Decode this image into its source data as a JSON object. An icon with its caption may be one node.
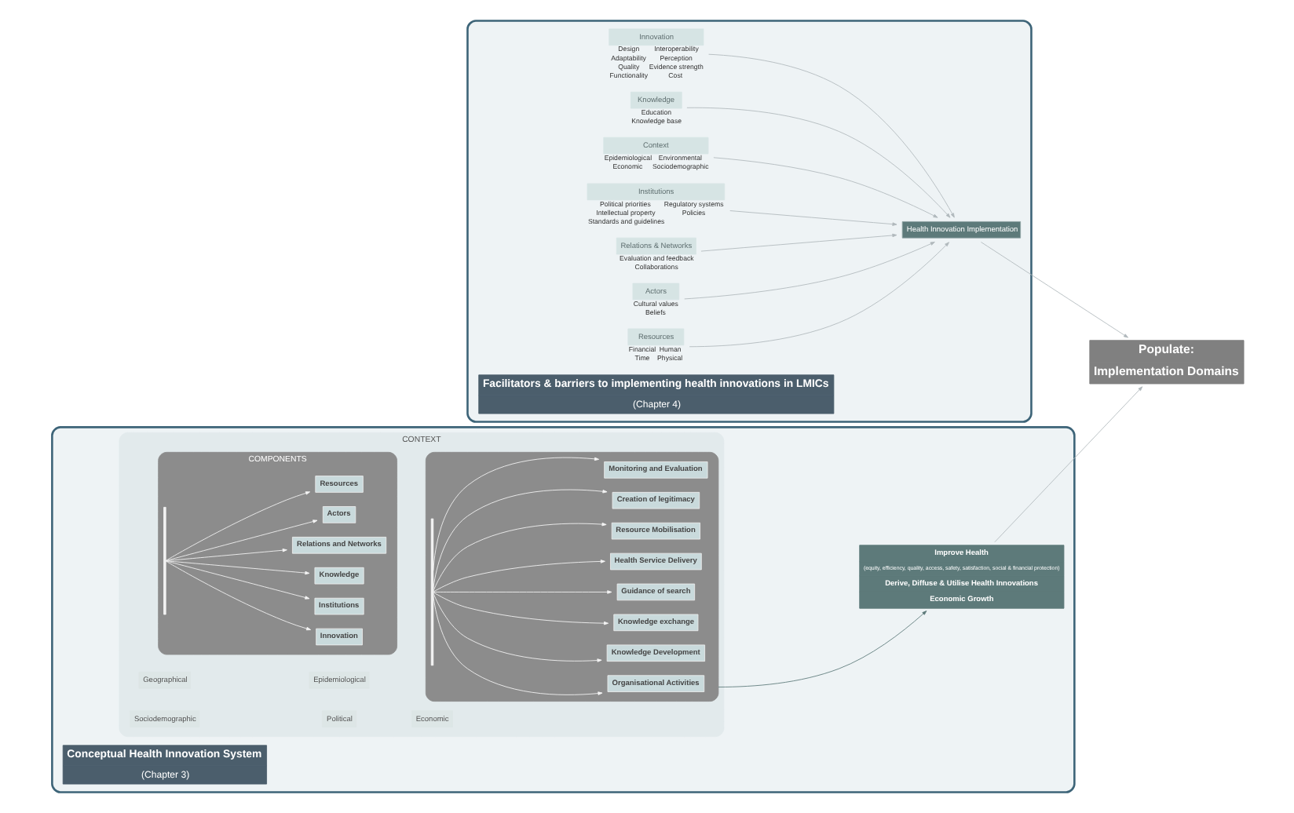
{
  "diagram": {
    "nodes": [
      {
        "text": [],
        "shape": "box"
      },
      {
        "text": [
          "Innovation"
        ],
        "in": 0,
        "beside": [
          "Design",
          "Interoperability",
          "Adaptability",
          "Perception",
          "Quality",
          "Evidence strength",
          "Functionality",
          "Cost"
        ]
      },
      {
        "text": [
          "Knowledge"
        ],
        "in": 0,
        "beside": [
          "Education",
          "Knowledge base"
        ]
      },
      {
        "text": [
          "Context"
        ],
        "in": 0,
        "beside": [
          "Epidemiological",
          "Environmental",
          "Economic",
          "Sociodemographic"
        ]
      },
      {
        "text": [
          "Institutions"
        ],
        "in": 0,
        "beside": [
          "Political priorities",
          "Regulatory systems",
          "Intellectual property",
          "Policies",
          "Standards and guidelines"
        ]
      },
      {
        "text": [
          "Relations & Networks"
        ],
        "in": 0,
        "beside": [
          "Evaluation and feedback",
          "Collaborations"
        ]
      },
      {
        "text": [
          "Actors"
        ],
        "in": 0,
        "beside": [
          "Cultural values",
          "Beliefs"
        ]
      },
      {
        "text": [
          "Resources"
        ],
        "in": 0,
        "beside": [
          "Financial",
          "Human",
          "Time",
          "Physical"
        ]
      },
      {
        "text": [
          "Health Innovation Implementation"
        ],
        "in": 0
      },
      {
        "text": [
          "Facilitators & barriers to implementing health innovations in LMICs",
          "(Chapter 4)"
        ],
        "in": 0
      },
      {
        "text": [
          "Populate:",
          "Implementation Domains"
        ]
      },
      {
        "text": [],
        "shape": "box"
      },
      {
        "text": [
          "CONTEXT"
        ],
        "in": 11
      },
      {
        "text": [
          "Geographical"
        ],
        "in": 12
      },
      {
        "text": [
          "Epidemiological"
        ],
        "in": 12
      },
      {
        "text": [
          "Sociodemographic"
        ],
        "in": 12
      },
      {
        "text": [
          "Political"
        ],
        "in": 12
      },
      {
        "text": [
          "Economic"
        ],
        "in": 12
      },
      {
        "text": [
          "COMPONENTS"
        ],
        "in": 12
      },
      {
        "text": [
          "Innovation"
        ],
        "in": 18
      },
      {
        "text": [
          "Institutions"
        ],
        "in": 18
      },
      {
        "text": [
          "Knowledge"
        ],
        "in": 18
      },
      {
        "text": [
          "Relations and Networks"
        ],
        "in": 18
      },
      {
        "text": [
          "Actors"
        ],
        "in": 18
      },
      {
        "text": [
          "Resources"
        ],
        "in": 18
      },
      {
        "text": [],
        "shape": "box",
        "in": 12
      },
      {
        "text": [
          "Organisational Activities"
        ],
        "in": 25
      },
      {
        "text": [
          "Knowledge Development"
        ],
        "in": 25
      },
      {
        "text": [
          "Knowledge exchange"
        ],
        "in": 25
      },
      {
        "text": [
          "Guidance of search"
        ],
        "in": 25
      },
      {
        "text": [
          "Health Service Delivery"
        ],
        "in": 25
      },
      {
        "text": [
          "Resource Mobilisation"
        ],
        "in": 25
      },
      {
        "text": [
          "Creation of legitimacy"
        ],
        "in": 25
      },
      {
        "text": [
          "Monitoring and Evaluation"
        ],
        "in": 25
      },
      {
        "text": [
          "Improve Health",
          "(equity, efficiency, quality, access, safety, satisfaction, social & financial protection)",
          "Derive, Diffuse & Utilise Health Innovations",
          "Economic Growth"
        ],
        "in": 11
      },
      {
        "text": [
          "Conceptual Health Innovation System",
          "(Chapter 3)"
        ],
        "in": 11
      },
      {
        "text": [],
        "shape": "bar",
        "in": 18
      },
      {
        "text": [],
        "shape": "bar",
        "in": 25
      }
    ],
    "edges": [
      {
        "from": 1,
        "to": 8,
        "arrow": "to",
        "color": "#b0b8bc"
      },
      {
        "from": 2,
        "to": 8,
        "arrow": "to",
        "color": "#b0b8bc"
      },
      {
        "from": 3,
        "to": 8,
        "arrow": "to",
        "color": "#b0b8bc"
      },
      {
        "from": 4,
        "to": 8,
        "arrow": "to",
        "color": "#b0b8bc"
      },
      {
        "from": 5,
        "to": 8,
        "arrow": "to",
        "color": "#b0b8bc"
      },
      {
        "from": 6,
        "to": 8,
        "arrow": "to",
        "color": "#b0b8bc"
      },
      {
        "from": 7,
        "to": 8,
        "arrow": "to",
        "color": "#b0b8bc"
      },
      {
        "from": 8,
        "to": 10,
        "arrow": "to",
        "color": "#b0b8bc"
      },
      {
        "from": 34,
        "to": 10,
        "arrow": "to",
        "color": "#b0b8bc"
      },
      {
        "from": 25,
        "to": 34,
        "arrow": "to",
        "color": "#5d7a7a"
      },
      {
        "from": 36,
        "to": 19,
        "arrow": "to"
      },
      {
        "from": 36,
        "to": 20,
        "arrow": "to"
      },
      {
        "from": 36,
        "to": 21,
        "arrow": "to"
      },
      {
        "from": 36,
        "to": 22,
        "arrow": "to"
      },
      {
        "from": 36,
        "to": 23,
        "arrow": "to"
      },
      {
        "from": 36,
        "to": 24,
        "arrow": "to"
      },
      {
        "from": 37,
        "to": 26,
        "arrow": "to"
      },
      {
        "from": 37,
        "to": 27,
        "arrow": "to"
      },
      {
        "from": 37,
        "to": 28,
        "arrow": "to"
      },
      {
        "from": 37,
        "to": 29,
        "arrow": "to"
      },
      {
        "from": 37,
        "to": 30,
        "arrow": "to"
      },
      {
        "from": 37,
        "to": 31,
        "arrow": "to"
      },
      {
        "from": 37,
        "to": 32,
        "arrow": "to"
      },
      {
        "from": 37,
        "to": 33,
        "arrow": "to"
      }
    ]
  }
}
